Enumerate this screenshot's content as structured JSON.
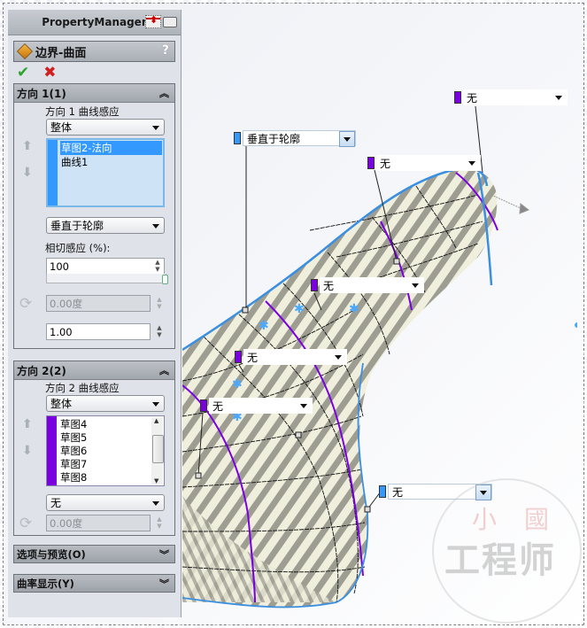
{
  "property_manager": {
    "title": "PropertyManager",
    "feature_title": "边界-曲面",
    "help_icon": "?",
    "ok_icon": "✔",
    "cancel_icon": "✖",
    "direction1": {
      "header": "方向 1(1)",
      "curve_influence_label": "方向 1 曲线感应",
      "curve_influence_value": "整体",
      "list_items": [
        "草图2-法向",
        "曲线1"
      ],
      "selected_index": 0,
      "bar_color": "#3399ff",
      "tangent_type": "垂直于轮廓",
      "tangent_influence_label": "相切感应 (%):",
      "tangent_influence_value": "100",
      "angle_value": "0.00度",
      "length_value": "1.00"
    },
    "direction2": {
      "header": "方向 2(2)",
      "curve_influence_label": "方向 2 曲线感应",
      "curve_influence_value": "整体",
      "list_items": [
        "草图4",
        "草图5",
        "草图6",
        "草图7",
        "草图8"
      ],
      "bar_color": "#7b00e0",
      "tangent_type": "无",
      "angle_value": "0.00度"
    },
    "options_preview": "选项与预览(O)",
    "curvature_display": "曲率显示(Y)"
  },
  "graphics": {
    "callouts": [
      {
        "label": "垂直于轮廓",
        "color": "#3399ff",
        "style": "combo"
      },
      {
        "label": "无",
        "color": "#7b00e0",
        "style": "plain"
      },
      {
        "label": "无",
        "color": "#7b00e0",
        "style": "plain"
      },
      {
        "label": "无",
        "color": "#7b00e0",
        "style": "plain"
      },
      {
        "label": "无",
        "color": "#7b00e0",
        "style": "plain"
      },
      {
        "label": "无",
        "color": "#7b00e0",
        "style": "plain"
      },
      {
        "label": "无",
        "color": "#3399ff",
        "style": "combo"
      }
    ],
    "watermark": {
      "top": "小 國",
      "main": "工程师"
    }
  },
  "colors": {
    "direction1_accent": "#3399ff",
    "direction2_accent": "#7b00e0",
    "panel_bg": "#dfe2e8"
  }
}
